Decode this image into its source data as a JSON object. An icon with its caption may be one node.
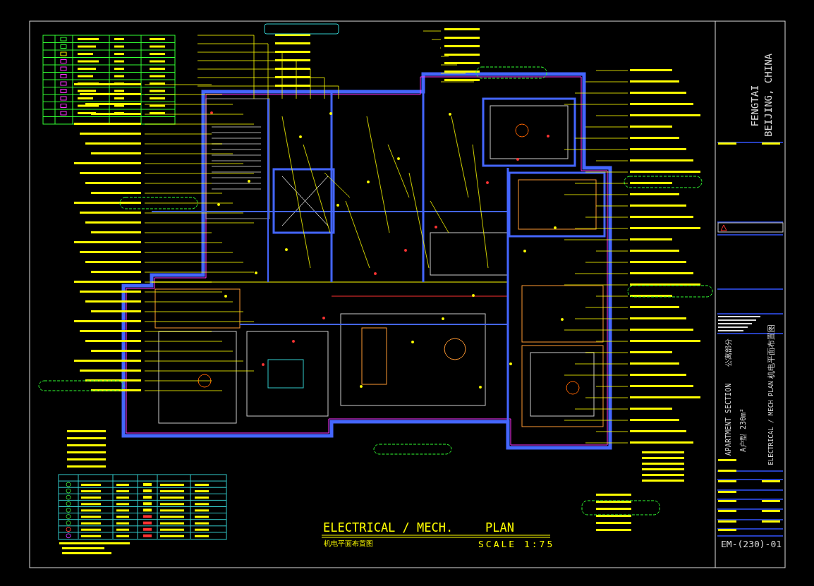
{
  "diagram": {
    "title": "ELECTRICAL / MECH.",
    "labels": [
      "PLAN",
      "机电平面布置图",
      "SCALE 1:75",
      "FENGTAI",
      "BEIJING, CHINA",
      "公寓部分",
      "APARTMENT SECTION",
      "A户型 230m²",
      "机电平面布置图",
      "ELECTRICAL / MECH PLAN",
      "EM-(230)-01"
    ]
  }
}
